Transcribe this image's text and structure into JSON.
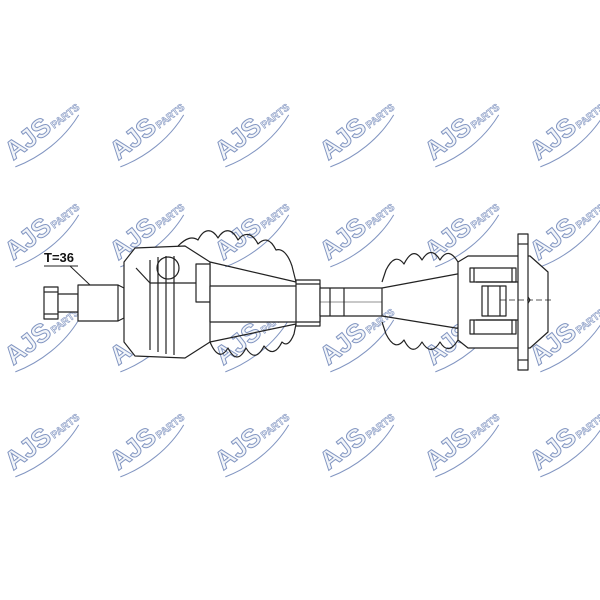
{
  "watermark": {
    "brand_text": "AJS",
    "suffix_text": "PARTS",
    "fill_color": "#e9edf5",
    "stroke_color": "#1c3f8f"
  },
  "diagram": {
    "spline_label": "T=36",
    "line_color": "#222222"
  }
}
